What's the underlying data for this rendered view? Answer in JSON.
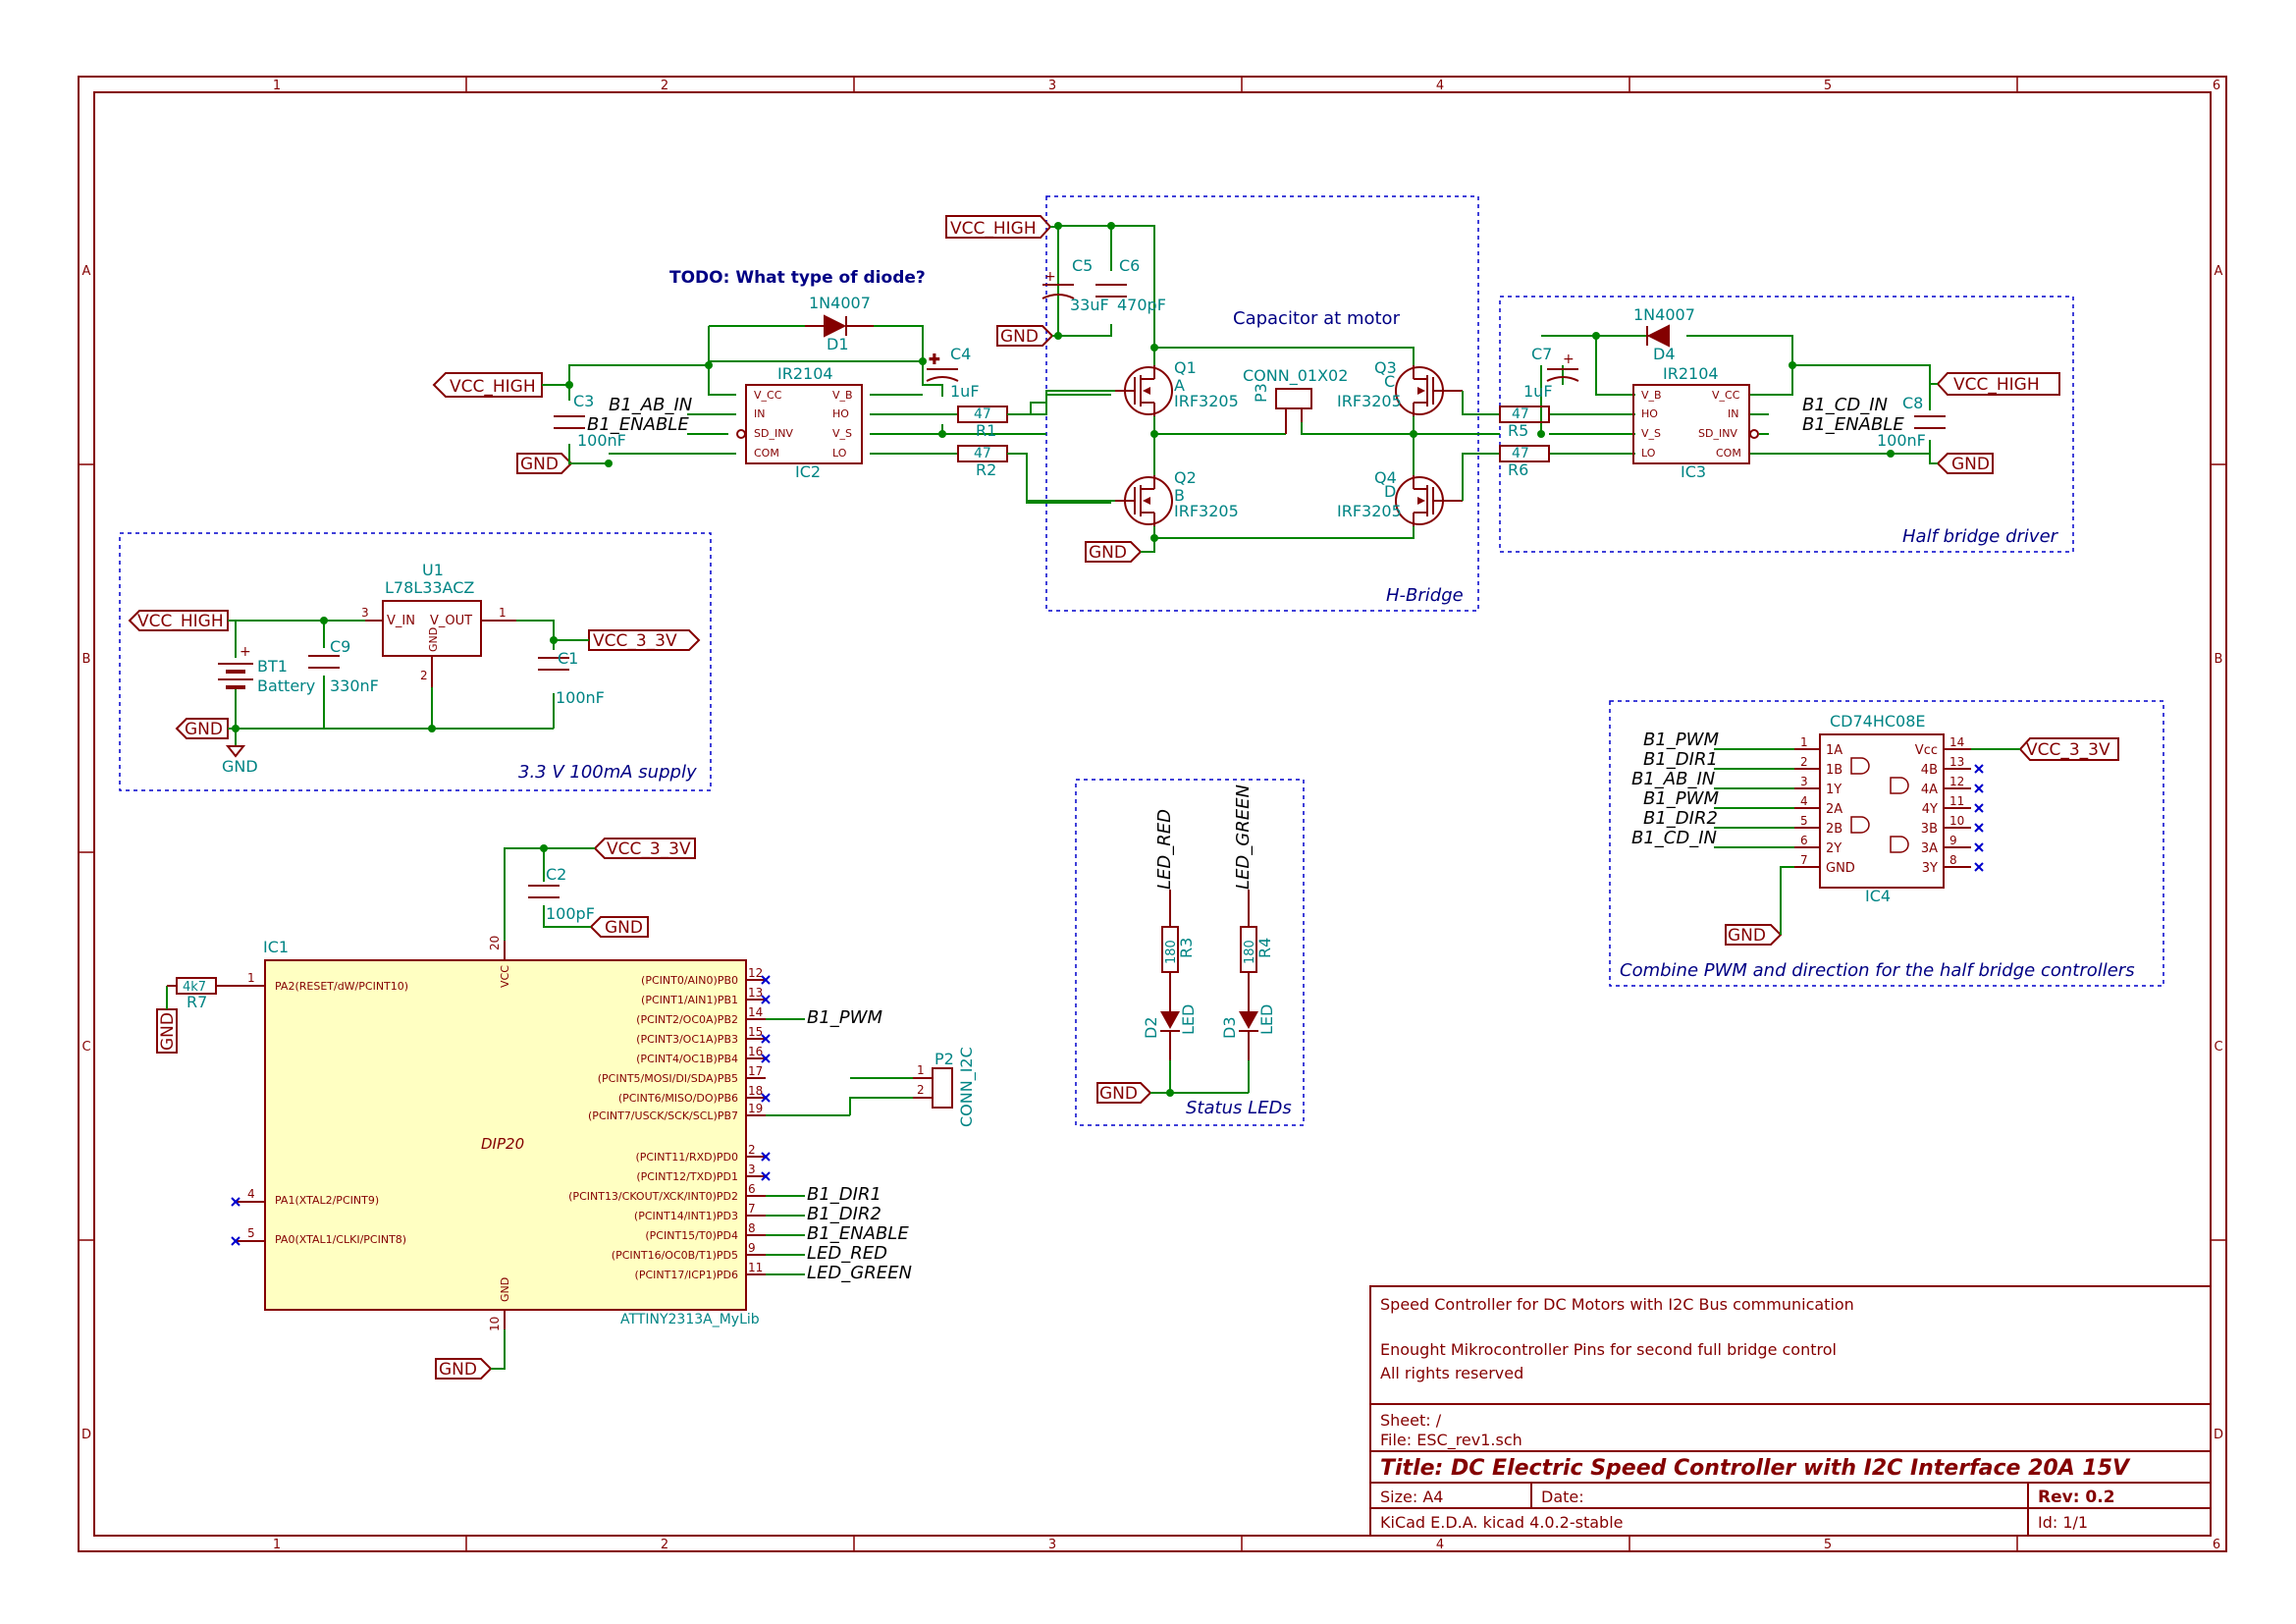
{
  "frame": {
    "columns": [
      "1",
      "2",
      "3",
      "4",
      "5",
      "6"
    ],
    "rows": [
      "A",
      "B",
      "C",
      "D"
    ]
  },
  "notes": {
    "todo": "TODO: What type of diode?",
    "capacitor_at_motor": "Capacitor at motor",
    "h_bridge": "H-Bridge",
    "half_bridge_driver": "Half bridge driver",
    "supply": "3.3 V 100mA supply",
    "status_leds": "Status LEDs",
    "combine": "Combine PWM and direction for the half bridge controllers"
  },
  "global_labels": {
    "vcc_high": "VCC_HIGH",
    "gnd": "GND",
    "vcc_3_3v": "VCC_3_3V"
  },
  "nets": {
    "b1_ab_in": "B1_AB_IN",
    "b1_enable": "B1_ENABLE",
    "b1_cd_in": "B1_CD_IN",
    "b1_pwm": "B1_PWM",
    "b1_dir1": "B1_DIR1",
    "b1_dir2": "B1_DIR2",
    "led_red": "LED_RED",
    "led_green": "LED_GREEN"
  },
  "components": {
    "d1": {
      "ref": "D1",
      "value": "1N4007"
    },
    "d4": {
      "ref": "D4",
      "value": "1N4007"
    },
    "c3": {
      "ref": "C3",
      "value": "100nF"
    },
    "c4": {
      "ref": "C4",
      "value": "1uF"
    },
    "c5": {
      "ref": "C5",
      "value": "33uF"
    },
    "c6": {
      "ref": "C6",
      "value": "470pF"
    },
    "c7": {
      "ref": "C7",
      "value": "1uF"
    },
    "c8": {
      "ref": "C8",
      "value": "100nF"
    },
    "c9": {
      "ref": "C9",
      "value": "330nF"
    },
    "c1": {
      "ref": "C1",
      "value": "100nF"
    },
    "c2": {
      "ref": "C2",
      "value": "100pF"
    },
    "ic2": {
      "ref": "IC2",
      "value": "IR2104"
    },
    "ic3": {
      "ref": "IC3",
      "value": "IR2104"
    },
    "r1": {
      "ref": "R1",
      "value": "47"
    },
    "r2": {
      "ref": "R2",
      "value": "47"
    },
    "r5": {
      "ref": "R5",
      "value": "47"
    },
    "r6": {
      "ref": "R6",
      "value": "47"
    },
    "r3": {
      "ref": "R3",
      "value": "180"
    },
    "r4": {
      "ref": "R4",
      "value": "180"
    },
    "r7": {
      "ref": "R7",
      "value": "4k7"
    },
    "q1": {
      "ref": "Q1",
      "sub": "A",
      "value": "IRF3205"
    },
    "q2": {
      "ref": "Q2",
      "sub": "B",
      "value": "IRF3205"
    },
    "q3": {
      "ref": "Q3",
      "sub": "C",
      "value": "IRF3205"
    },
    "q4": {
      "ref": "Q4",
      "sub": "D",
      "value": "IRF3205"
    },
    "p3": {
      "ref": "P3",
      "value": "CONN_01X02"
    },
    "p2": {
      "ref": "P2",
      "value": "CONN_I2C"
    },
    "u1": {
      "ref": "U1",
      "value": "L78L33ACZ"
    },
    "bt1": {
      "ref": "BT1",
      "value": "Battery"
    },
    "ic4": {
      "ref": "IC4",
      "value": "CD74HC08E"
    },
    "ic1": {
      "ref": "IC1",
      "value": "ATTINY2313A_MyLib",
      "footprint": "DIP20"
    },
    "d2": {
      "ref": "D2",
      "value": "LED"
    },
    "d3": {
      "ref": "D3",
      "value": "LED"
    }
  },
  "ir2104_pins": {
    "vcc": "V_CC",
    "in": "IN",
    "sd": "SD_INV",
    "com": "COM",
    "vb": "V_B",
    "ho": "HO",
    "vs": "V_S",
    "lo": "LO"
  },
  "u1_pins": {
    "vin": "V_IN",
    "vout": "V_OUT",
    "gnd": "GND"
  },
  "gnd_symbol_label": "GND",
  "ic4_pins": {
    "left": [
      "1A",
      "1B",
      "1Y",
      "2A",
      "2B",
      "2Y",
      "GND"
    ],
    "left_nums": [
      "1",
      "2",
      "3",
      "4",
      "5",
      "6",
      "7"
    ],
    "right": [
      "Vcc",
      "4B",
      "4A",
      "4Y",
      "3B",
      "3A",
      "3Y"
    ],
    "right_nums": [
      "14",
      "13",
      "12",
      "11",
      "10",
      "9",
      "8"
    ]
  },
  "ic1_pins": {
    "reset": "PA2(RESET/dW/PCINT10)",
    "pa1": "PA1(XTAL2/PCINT9)",
    "pa0": "PA0(XTAL1/CLKI/PCINT8)",
    "vcc": "VCC",
    "gnd": "GND",
    "right": [
      "(PCINT0/AIN0)PB0",
      "(PCINT1/AIN1)PB1",
      "(PCINT2/OC0A)PB2",
      "(PCINT3/OC1A)PB3",
      "(PCINT4/OC1B)PB4",
      "(PCINT5/MOSI/DI/SDA)PB5",
      "(PCINT6/MISO/DO)PB6",
      "(PCINT7/USCK/SCK/SCL)PB7",
      "(PCINT11/RXD)PD0",
      "(PCINT12/TXD)PD1",
      "(PCINT13/CKOUT/XCK/INT0)PD2",
      "(PCINT14/INT1)PD3",
      "(PCINT15/T0)PD4",
      "(PCINT16/OC0B/T1)PD5",
      "(PCINT17/ICP1)PD6"
    ],
    "right_nums": [
      "12",
      "13",
      "14",
      "15",
      "16",
      "17",
      "18",
      "19",
      "2",
      "3",
      "6",
      "7",
      "8",
      "9",
      "11"
    ],
    "num_reset": "1",
    "num_pa1": "4",
    "num_pa0": "5",
    "num_vcc": "20",
    "num_gnd": "10"
  },
  "title_block": {
    "comment1": "Speed Controller for DC Motors with I2C Bus communication",
    "comment2": "Enought Mikrocontroller Pins for second full bridge control",
    "comment3": "All rights reserved",
    "sheet": "Sheet: /",
    "file": "File: ESC_rev1.sch",
    "title": "Title: DC Electric Speed Controller with I2C Interface 20A 15V",
    "size": "Size: A4",
    "date": "Date:",
    "rev": "Rev: 0.2",
    "tool": "KiCad E.D.A.  kicad 4.0.2-stable",
    "id": "Id: 1/1"
  }
}
